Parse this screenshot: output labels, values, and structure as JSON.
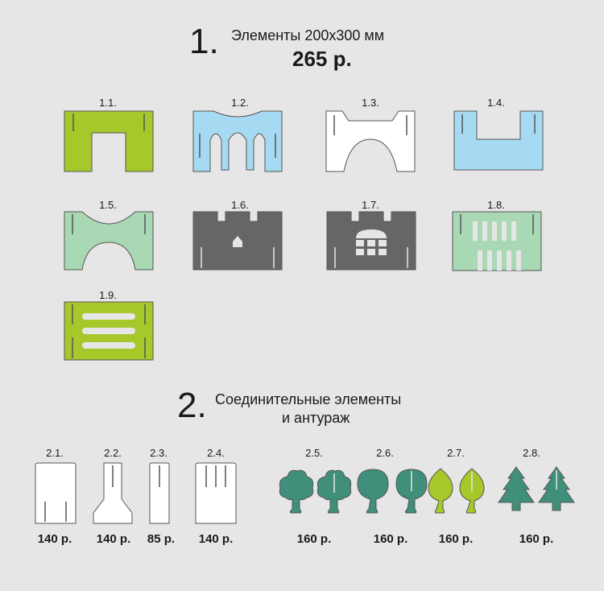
{
  "section1": {
    "number": "1.",
    "title": "Элементы 200х300 мм",
    "price": "265 р.",
    "items": [
      {
        "label": "1.1.",
        "color": "#a6c82b"
      },
      {
        "label": "1.2.",
        "color": "#a6d9f2"
      },
      {
        "label": "1.3.",
        "color": "#ffffff"
      },
      {
        "label": "1.4.",
        "color": "#a6d9f2"
      },
      {
        "label": "1.5.",
        "color": "#a9d8b5"
      },
      {
        "label": "1.6.",
        "color": "#666666"
      },
      {
        "label": "1.7.",
        "color": "#666666"
      },
      {
        "label": "1.8.",
        "color": "#a9d8b5"
      },
      {
        "label": "1.9.",
        "color": "#a6c82b"
      }
    ]
  },
  "section2": {
    "number": "2.",
    "title_line1": "Соединительные элементы",
    "title_line2": "и антураж",
    "items": [
      {
        "label": "2.1.",
        "price": "140 р.",
        "color": "#ffffff"
      },
      {
        "label": "2.2.",
        "price": "140 р.",
        "color": "#ffffff"
      },
      {
        "label": "2.3.",
        "price": "85 р.",
        "color": "#ffffff"
      },
      {
        "label": "2.4.",
        "price": "140 р.",
        "color": "#ffffff"
      },
      {
        "label": "2.5.",
        "price": "160 р.",
        "color": "#3f8f7a"
      },
      {
        "label": "2.6.",
        "price": "160 р.",
        "color": "#3f8f7a"
      },
      {
        "label": "2.7.",
        "price": "160 р.",
        "color": "#a6c82b"
      },
      {
        "label": "2.8.",
        "price": "160 р.",
        "color": "#3f8f7a"
      }
    ]
  }
}
